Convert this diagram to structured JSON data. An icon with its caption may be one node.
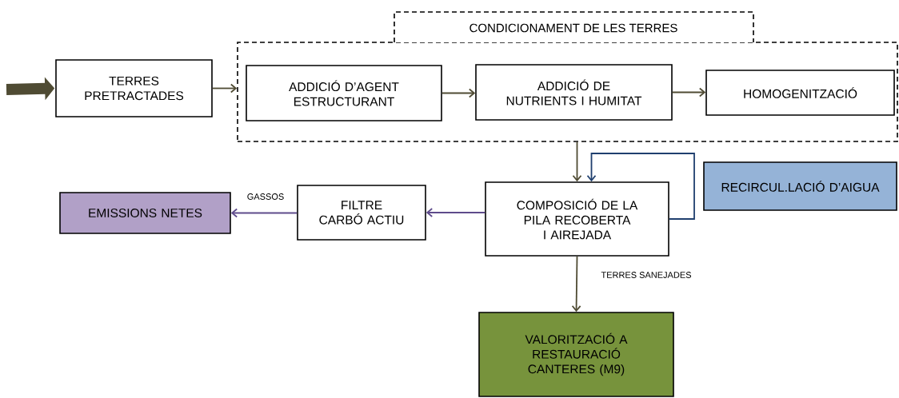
{
  "diagram": {
    "nodes": [
      {
        "text": [
          "TERRES PRETRACTADES"
        ]
      },
      {
        "text": [
          "CONDICIONAMENT DE LES TERRES"
        ]
      },
      {
        "text": [
          "ADDICIÓ D’AGENT ESTRUCTURANT"
        ],
        "in": 1
      },
      {
        "text": [
          "ADDICIÓ DE NUTRIENTS I HUMITAT"
        ],
        "in": 1
      },
      {
        "text": [
          "HOMOGENITZACIÓ"
        ],
        "in": 1
      },
      {
        "text": [
          "COMPOSICIÓ DE LA PILA RECOBERTA I AIREJADA"
        ]
      },
      {
        "text": [
          "RECIRCUL.LACIÓ D’AIGUA"
        ]
      },
      {
        "text": [
          "FILTRE CARBÓ ACTIU"
        ]
      },
      {
        "text": [
          "EMISSIONS NETES"
        ]
      },
      {
        "text": [
          "VALORITZACIÓ A RESTAURACIÓ CANTERES (M9)"
        ]
      }
    ],
    "edges": [
      {
        "from": null,
        "to": 0,
        "arrow": "to",
        "style": "thick"
      },
      {
        "from": 0,
        "to": 1,
        "arrow": "to"
      },
      {
        "from": 2,
        "to": 3,
        "arrow": "to"
      },
      {
        "from": 3,
        "to": 4,
        "arrow": "to"
      },
      {
        "from": 1,
        "to": 5,
        "arrow": "to"
      },
      {
        "from": 5,
        "to": 5,
        "arrow": "to",
        "color": "#1f3f6e"
      },
      {
        "from": 5,
        "to": 7,
        "arrow": "to",
        "color": "#5e4b8b"
      },
      {
        "from": 7,
        "to": 8,
        "arrow": "to",
        "color": "#5e4b8b",
        "label": "GASSOS"
      },
      {
        "from": 5,
        "to": 9,
        "arrow": "to",
        "label": "TERRES SANEJADES"
      }
    ]
  }
}
